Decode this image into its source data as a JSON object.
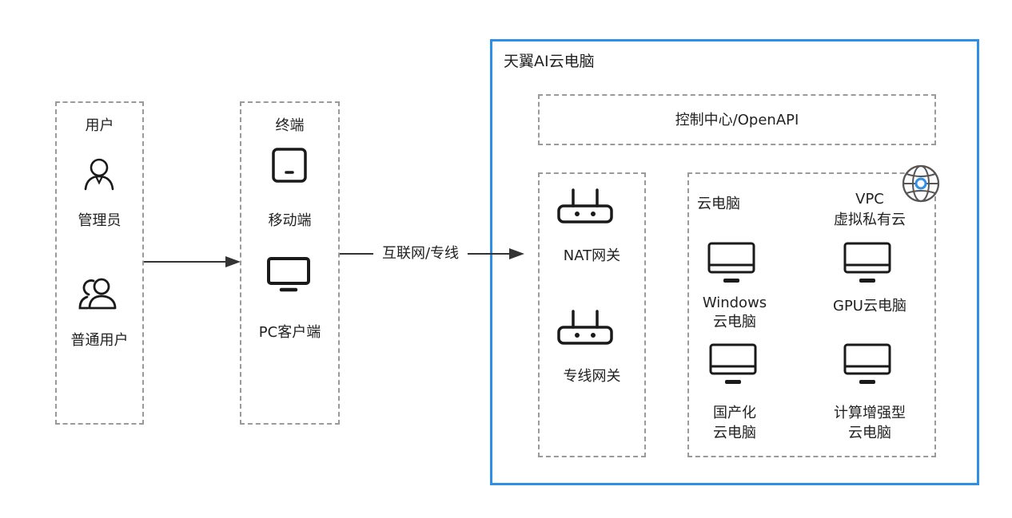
{
  "colors": {
    "frame": "#2f8fe6",
    "dashed": "#9a9a9a",
    "stroke": "#1a1a1a",
    "text": "#222222"
  },
  "user": {
    "title": "用户",
    "admin": {
      "label": "管理员",
      "icon": "user-icon"
    },
    "normal": {
      "label": "普通用户",
      "icon": "users-icon"
    }
  },
  "terminal": {
    "title": "终端",
    "mobile": {
      "label": "移动端",
      "icon": "tablet-icon"
    },
    "pc": {
      "label": "PC客户端",
      "icon": "monitor-icon"
    }
  },
  "connection": {
    "label": "互联网/专线"
  },
  "cloud": {
    "title": "天翼AI云电脑",
    "control": {
      "label": "控制中心/OpenAPI"
    },
    "gateways": {
      "nat": {
        "label": "NAT网关",
        "icon": "router-icon"
      },
      "line": {
        "label": "专线网关",
        "icon": "router-icon"
      }
    },
    "vpc": {
      "cloud_pc_label": "云电脑",
      "vpc_label_line1": "VPC",
      "vpc_label_line2": "虚拟私有云",
      "globe_icon": "globe-icon",
      "items": [
        {
          "line1": "Windows",
          "line2": "云电脑",
          "icon": "computer-icon"
        },
        {
          "line1": "GPU云电脑",
          "line2": "",
          "icon": "computer-icon"
        },
        {
          "line1": "国产化",
          "line2": "云电脑",
          "icon": "computer-icon"
        },
        {
          "line1": "计算增强型",
          "line2": "云电脑",
          "icon": "computer-icon"
        }
      ]
    }
  }
}
